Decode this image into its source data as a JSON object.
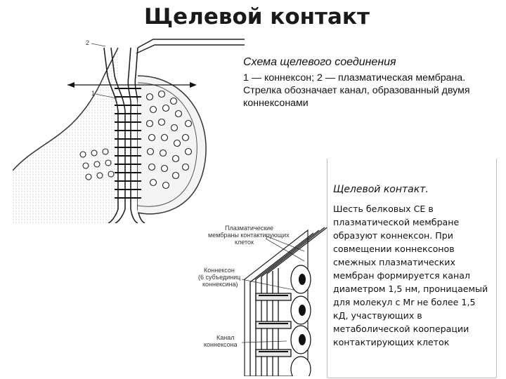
{
  "title": "Щелевой контакт",
  "figure1": {
    "label_2": "2",
    "label_1": "1"
  },
  "caption1": {
    "title": "Схема щелевого соединения",
    "body": "1 — коннексон; 2 — плазматическая мембрана. Стрелка обозначает канал, образованный двумя коннексонами"
  },
  "figure2": {
    "label_membranes": [
      "Плазматические",
      "мембраны контактирующих",
      "клеток"
    ],
    "label_connexon": [
      "Коннексон",
      "(6 субъединиц",
      "коннексина)"
    ],
    "label_channel": [
      "Канал",
      "коннексона"
    ]
  },
  "caption2": {
    "title": "Щелевой контакт.",
    "body": "Шесть белковых СЕ в плазматической мембране образуют коннексон. При совмещении коннексонов смежных плазматических мембран формируется канал диаметром 1,5 нм, проницаемый для молекул с Mr не более 1,5 кД, участвующих в метаболической кооперации контактирующих клеток"
  }
}
